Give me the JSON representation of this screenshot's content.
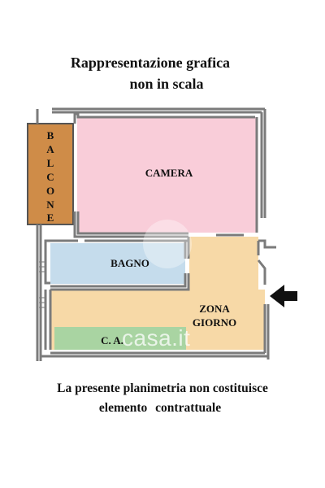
{
  "header": {
    "line1": "Rappresentazione grafica",
    "line2": "non in scala"
  },
  "rooms": {
    "balcone_letters": [
      "B",
      "A",
      "L",
      "C",
      "O",
      "N",
      "E"
    ],
    "camera": "CAMERA",
    "bagno": "BAGNO",
    "zona_line1": "ZONA",
    "zona_line2": "GIORNO",
    "ca": "C. A."
  },
  "colors": {
    "balcone": "#cf8c48",
    "camera": "#f9cdd9",
    "bagno": "#c5dcec",
    "zona_giorno": "#f7d9a7",
    "ca": "#a9d4a2",
    "wall": "#7b7b7b",
    "arrow": "#111111"
  },
  "watermark": {
    "text": "casa.it"
  },
  "footer": {
    "line1": "La presente planimetria non costituisce",
    "line2": "elemento contrattuale"
  },
  "icons": {
    "entrance": "entrance-arrow-icon",
    "logo": "casa-logo-icon"
  }
}
